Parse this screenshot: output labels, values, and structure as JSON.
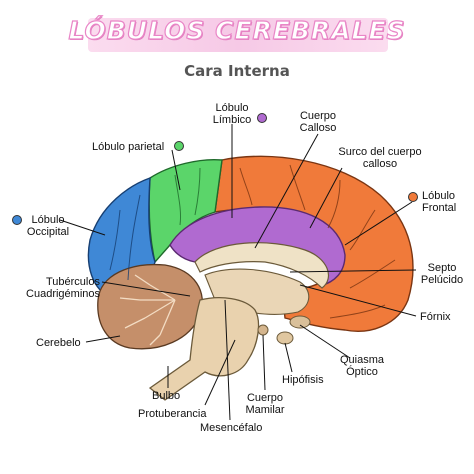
{
  "header": {
    "title": "LÓBULOS CEREBRALES",
    "subtitle": "Cara Interna"
  },
  "labels": {
    "limbico_1": "Lóbulo",
    "limbico_2": "Límbico",
    "cuerpo_calloso_1": "Cuerpo",
    "cuerpo_calloso_2": "Calloso",
    "parietal": "Lóbulo parietal",
    "surco_1": "Surco del cuerpo",
    "surco_2": "calloso",
    "frontal_1": "Lóbulo",
    "frontal_2": "Frontal",
    "occipital_1": "Lóbulo",
    "occipital_2": "Occipital",
    "septo_1": "Septo",
    "septo_2": "Pelúcido",
    "tuberculos_1": "Tubérculos",
    "tuberculos_2": "Cuadrigéminos",
    "fornix": "Fórnix",
    "cerebelo": "Cerebelo",
    "quiasma_1": "Quiasma",
    "quiasma_2": "Óptico",
    "hipofisis": "Hipófisis",
    "bulbo": "Bulbo",
    "cuerpo_mamilar_1": "Cuerpo",
    "cuerpo_mamilar_2": "Mamilar",
    "protuberancia": "Protuberancia",
    "mesencefalo": "Mesencéfalo"
  },
  "colors": {
    "limbico": "#b06ad0",
    "parietal": "#5bd56a",
    "frontal": "#f07a3a",
    "occipital": "#3f88d6",
    "title_pink": "#e986c7"
  }
}
